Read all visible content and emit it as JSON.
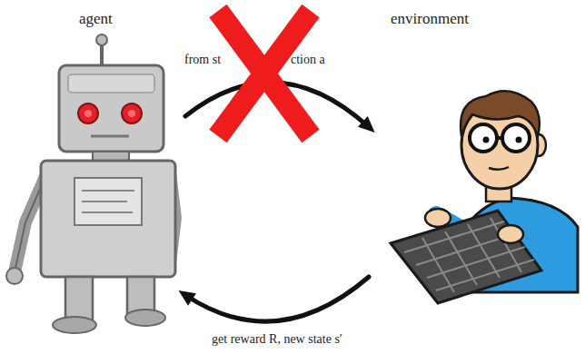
{
  "diagram": {
    "nodes": [
      {
        "text": [
          "agent"
        ]
      },
      {
        "text": [
          "environment"
        ]
      }
    ],
    "edges": [
      {
        "from": 0,
        "to": 1,
        "arrow": "to"
      },
      {
        "from": 1,
        "to": 0,
        "arrow": "to",
        "label": "get reward R, new state s′"
      }
    ],
    "labels": [
      "from st",
      "ction a"
    ]
  }
}
